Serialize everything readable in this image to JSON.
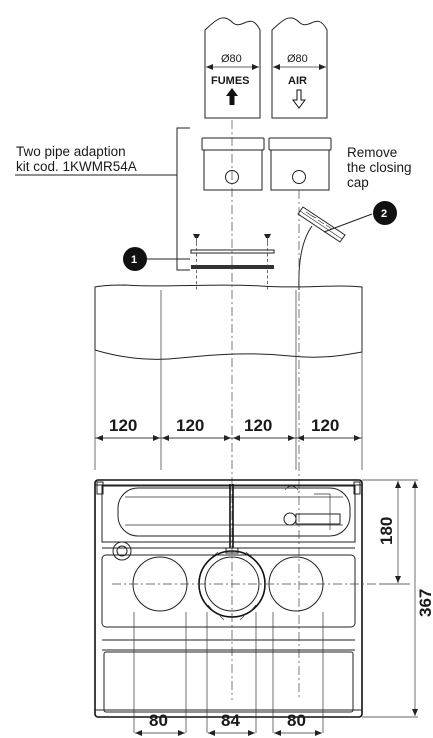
{
  "pipes": {
    "fumes": {
      "diameter": "Ø80",
      "label": "FUMES"
    },
    "air": {
      "diameter": "Ø80",
      "label": "AIR"
    }
  },
  "callouts": {
    "kit_line1": "Two pipe adaption",
    "kit_line2": "kit cod. 1KWMR54A",
    "cap_line1": "Remove",
    "cap_line2": "the closing",
    "cap_line3": "cap",
    "marker1": "1",
    "marker2": "2"
  },
  "dimensions": {
    "top": [
      "120",
      "120",
      "120",
      "120"
    ],
    "right_upper": "180",
    "right_total": "367",
    "bottom": [
      "80",
      "84",
      "80"
    ]
  },
  "colors": {
    "line": "#222222",
    "marker": "#111111",
    "background": "#ffffff"
  },
  "icons": {
    "fumes_arrow": "arrow-up-solid",
    "air_arrow": "arrow-down-outline"
  }
}
